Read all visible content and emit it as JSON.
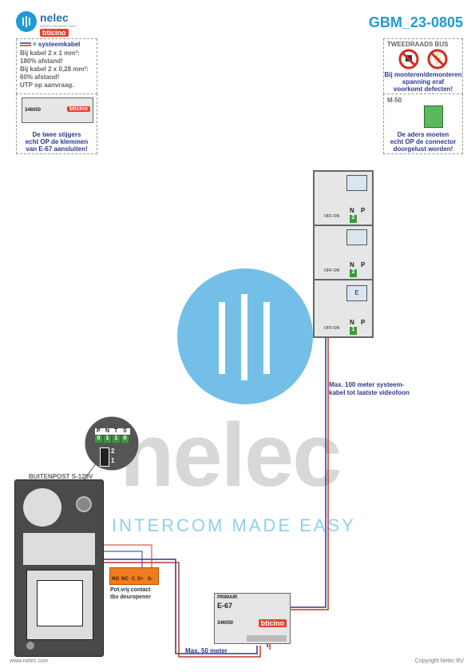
{
  "header": {
    "logo_text": "nelec",
    "logo_tagline": "INTERCOM MADE EASY",
    "brand": "bticino",
    "doc_id": "GBM_23-0805"
  },
  "note_left": {
    "legend_label": "= systeemkabel",
    "lines": [
      "Bij kabel 2 x 1 mm²:",
      "180% afstand!",
      "Bij kabel 2 x 0,28 mm²:",
      "60% afstand!",
      "UTP op aanvraag."
    ],
    "module_code": "346050",
    "module_brand": "bticino",
    "caption": [
      "De twee stijgers",
      "echt OP de klemmen",
      "van E-67 aansluiten!"
    ]
  },
  "note_right": {
    "title": "TWEEDRAADS BUS",
    "warning": [
      "Bij monteren/demonteren",
      "spanning eraf",
      "voorkomt defecten!"
    ],
    "m50_label": "M-50",
    "caption": [
      "De aders moeten",
      "echt OP de connector",
      "doorgelust worden!"
    ]
  },
  "videophones": [
    {
      "off_on": "OFF-ON",
      "n": "N",
      "p": "P",
      "address": "2"
    },
    {
      "off_on": "OFF-ON",
      "n": "N",
      "p": "P",
      "address": "2"
    },
    {
      "off_on": "OFF-ON",
      "n": "N",
      "p": "P",
      "address": "1",
      "screen_label": "E"
    }
  ],
  "max100": [
    "Max. 100 meter systeem-",
    "kabel tot laatste videofoon"
  ],
  "zoom": {
    "headers": [
      "P",
      "N",
      "T",
      "S"
    ],
    "values": [
      "0",
      "1",
      "1",
      "0"
    ],
    "switch_labels": [
      "2",
      "1"
    ]
  },
  "door_panel": {
    "title": "BUITENPOST S-120V",
    "relay_terminals": [
      "NO",
      "NC",
      "C",
      "S+",
      "S-"
    ],
    "relay_caption": [
      "Pot.vrij contact",
      "tbv deuropener"
    ]
  },
  "power": {
    "title": "PRIMAIR",
    "model": "E-67",
    "code": "346050",
    "brand": "bticino"
  },
  "max50": "Max. 50 meter",
  "watermark": {
    "word": "nelec",
    "tagline": "INTERCOM MADE EASY"
  },
  "footer": {
    "website": "www.nelec.com",
    "copyright": "Copyright Nelec BV"
  },
  "colors": {
    "brand_blue": "#1e9bd7",
    "bticino_red": "#e8412c",
    "cable_blue": "#2b3990",
    "cable_red": "#c0392b",
    "terminal_green": "#3b9a3b",
    "relay_orange": "#f07c1d"
  }
}
